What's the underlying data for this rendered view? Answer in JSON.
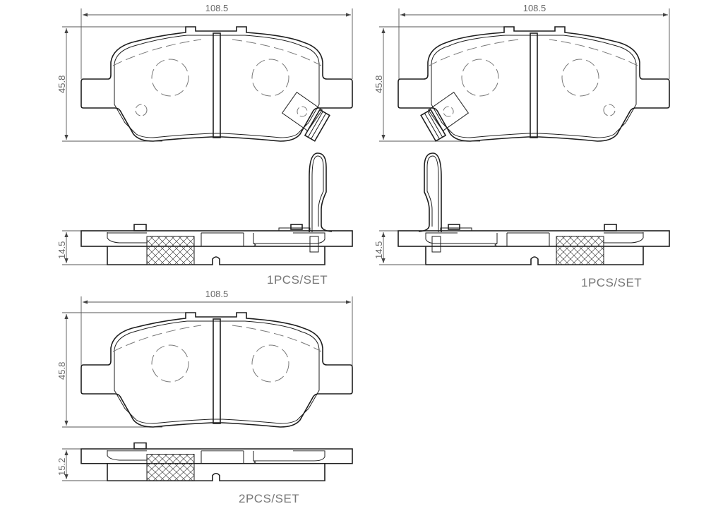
{
  "drawings": [
    {
      "width_label": "108.5",
      "height_label": "45.8",
      "thickness_label": "14.5",
      "quantity_label": "1PCS/SET",
      "sensor": "right",
      "side": "left"
    },
    {
      "width_label": "108.5",
      "height_label": "45.8",
      "thickness_label": "14.5",
      "quantity_label": "1PCS/SET",
      "sensor": "left",
      "side": "right"
    },
    {
      "width_label": "108.5",
      "height_label": "45.8",
      "thickness_label": "15.2",
      "quantity_label": "2PCS/SET",
      "sensor": "none"
    }
  ],
  "colors": {
    "line": "#1e1e1e",
    "dimension": "#555555",
    "text": "#666666"
  }
}
